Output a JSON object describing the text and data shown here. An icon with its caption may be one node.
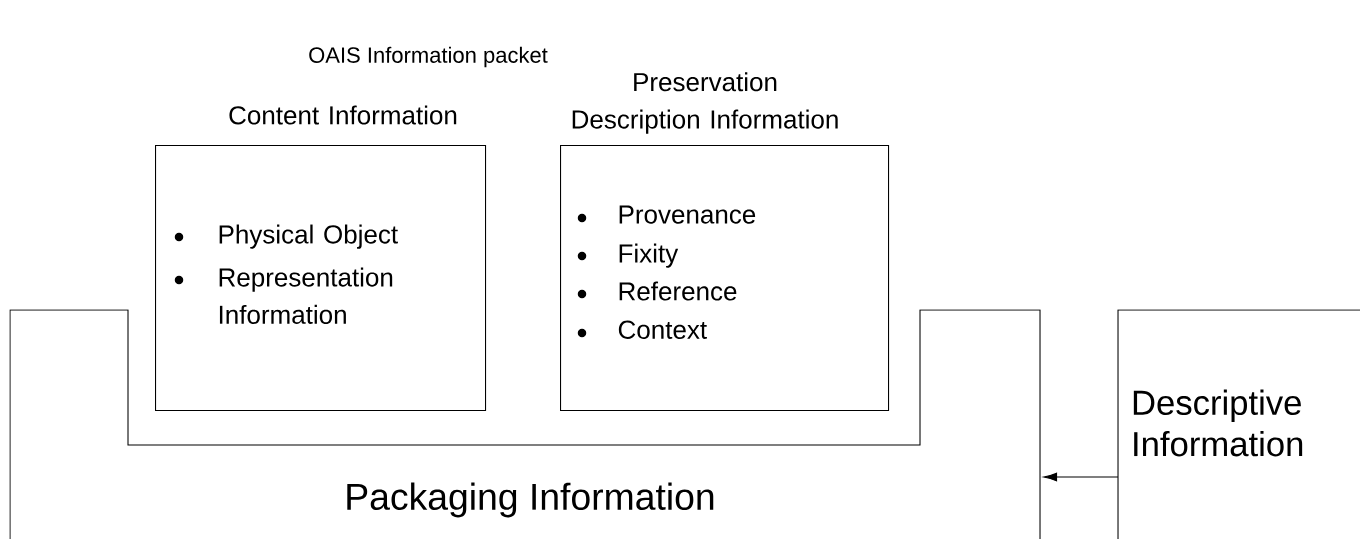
{
  "diagram": {
    "title": "OAIS Information packet",
    "nodes": [
      {
        "text": [
          "Content Information",
          "Physical Object",
          "Representation Information"
        ]
      },
      {
        "text": [
          "Preservation Description Information",
          "Provenance",
          "Fixity",
          "Reference",
          "Context"
        ]
      },
      {
        "text": [
          "Packaging Information"
        ]
      },
      {
        "text": [
          "Descriptive Information"
        ]
      }
    ],
    "edges": [
      {
        "from": 3,
        "to": 2,
        "arrow": "to"
      }
    ]
  }
}
